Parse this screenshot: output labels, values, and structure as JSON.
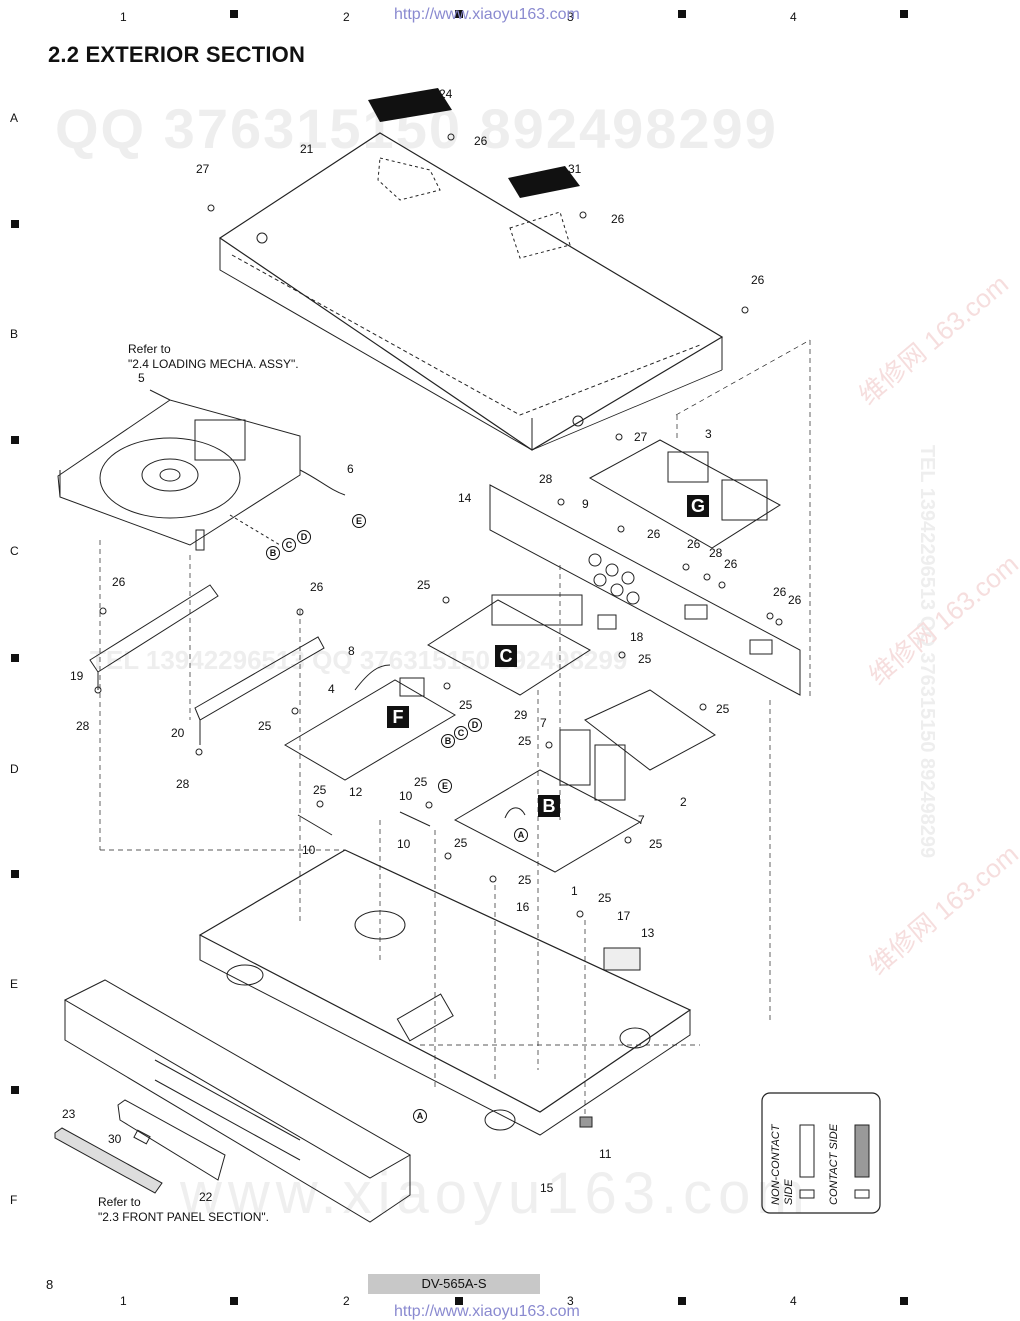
{
  "page": {
    "section_title": "2.2  EXTERIOR SECTION",
    "url_watermark": "http://www.xiaoyu163.com",
    "page_number": "8",
    "model": "DV-565A-S"
  },
  "grid": {
    "columns": [
      "1",
      "2",
      "3",
      "4"
    ],
    "rows": [
      "A",
      "B",
      "C",
      "D",
      "E",
      "F"
    ]
  },
  "watermarks": {
    "qq_top": "QQ 376315150    892498299",
    "qq_mid": "TEL 13942296513    QQ 376315150    892498299",
    "side_text": "TEL 13942296513   QQ 376315150   892498299",
    "bottom": "www.xiaoyu163.com",
    "stamp": "维修网 163.com"
  },
  "annotations": {
    "refer_loading": [
      "Refer to",
      "\"2.4 LOADING MECHA. ASSY\"."
    ],
    "refer_front": [
      "Refer to",
      "\"2.3 FRONT PANEL SECTION\"."
    ]
  },
  "legend": {
    "non_contact": [
      "NON-CONTACT",
      "SIDE"
    ],
    "contact": [
      "CONTACT SIDE"
    ]
  },
  "board_labels": [
    "C",
    "F",
    "B",
    "G"
  ],
  "connector_labels": [
    "B",
    "C",
    "D",
    "E",
    "A"
  ],
  "part_numbers": [
    "1",
    "2",
    "3",
    "4",
    "5",
    "6",
    "7",
    "8",
    "9",
    "10",
    "11",
    "12",
    "13",
    "14",
    "15",
    "16",
    "17",
    "18",
    "19",
    "20",
    "21",
    "22",
    "23",
    "24",
    "25",
    "26",
    "27",
    "28",
    "29",
    "30",
    "31"
  ]
}
